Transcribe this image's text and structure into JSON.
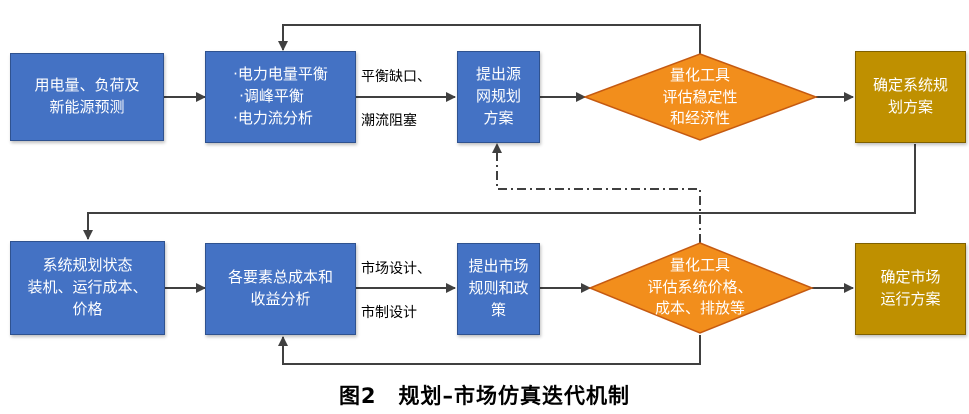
{
  "row1": {
    "box1": [
      "用电量、负荷及",
      "新能源预测"
    ],
    "box2": [
      "·电力电量平衡",
      "·调峰平衡",
      "·电力流分析"
    ],
    "label": [
      "平衡缺口、",
      "潮流阻塞"
    ],
    "box3": [
      "提出源",
      "网规划",
      "方案"
    ],
    "diamond": [
      "量化工具",
      "评估稳定性",
      "和经济性"
    ],
    "box4": [
      "确定系统规",
      "划方案"
    ]
  },
  "row2": {
    "box1": [
      "系统规划状态",
      "装机、运行成本、",
      "价格"
    ],
    "box2": [
      "各要素总成本和",
      "收益分析"
    ],
    "label": [
      "市场设计、",
      "市制设计"
    ],
    "box3": [
      "提出市场",
      "规则和政",
      "策"
    ],
    "diamond": [
      "量化工具",
      "评估系统价格、",
      "成本、排放等"
    ],
    "box4": [
      "确定市场",
      "运行方案"
    ]
  },
  "caption": "图2　规划–市场仿真迭代机制",
  "colors": {
    "blue": "#4472c4",
    "orange": "#f28e1c",
    "gold": "#bf9000",
    "line": "#404040"
  }
}
